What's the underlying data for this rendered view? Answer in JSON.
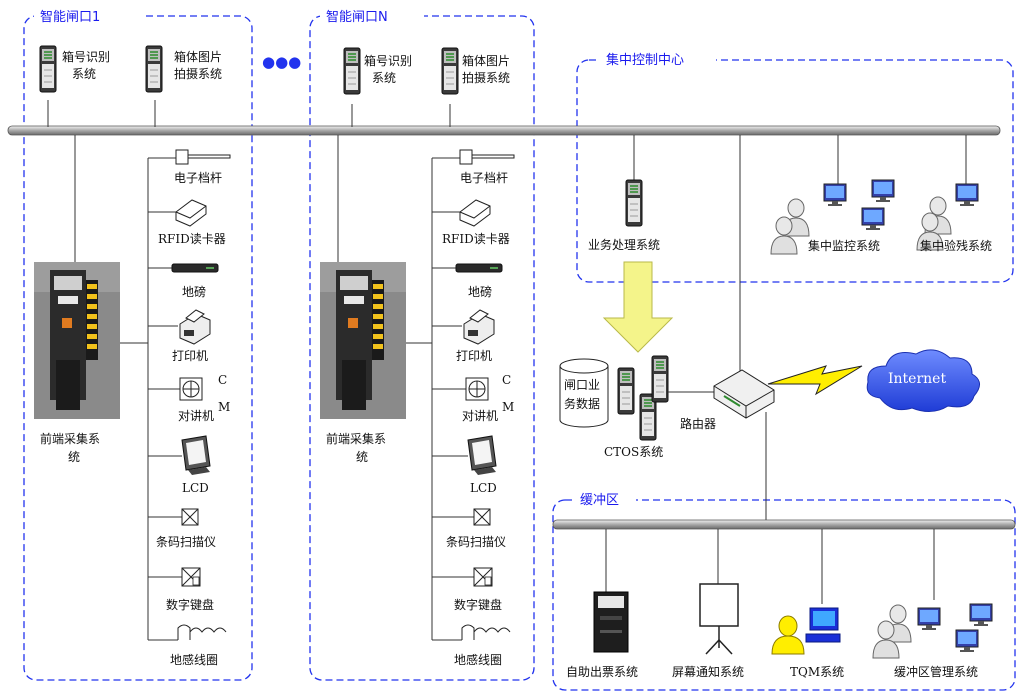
{
  "zones": {
    "gate1": "智能闸口1",
    "gateN": "智能闸口N",
    "control": "集中控制中心",
    "buffer": "缓冲区"
  },
  "ellipsis": "●●●",
  "gate1": {
    "box_ocr_1": "箱号识别",
    "box_ocr_2": "系统",
    "photo_1": "箱体图片",
    "photo_2": "拍摄系统",
    "frontend_1": "前端采集系",
    "frontend_2": "统"
  },
  "gateN": {
    "box_ocr_1": "箱号识别",
    "box_ocr_2": "系统",
    "photo_1": "箱体图片",
    "photo_2": "拍摄系统",
    "frontend_1": "前端采集系",
    "frontend_2": "统"
  },
  "devices": {
    "barrier": "电子档杆",
    "rfid": "RFID读卡器",
    "scale": "地磅",
    "printer": "打印机",
    "intercom": "对讲机",
    "intercom_c": "C",
    "intercom_m": "M",
    "lcd": "LCD",
    "scanner": "条码扫描仪",
    "keypad": "数字键盘",
    "loop": "地感线圈"
  },
  "control": {
    "business": "业务处理系统",
    "monitor": "集中监控系统",
    "inspect": "集中验残系统"
  },
  "center": {
    "db_1": "闸口业",
    "db_2": "务数据",
    "ctos": "CTOS系统",
    "router": "路由器",
    "internet": "Internet"
  },
  "buffer": {
    "ticket": "自助出票系统",
    "screen": "屏幕通知系统",
    "tqm": "TQM系统",
    "manage": "缓冲区管理系统"
  },
  "colors": {
    "zone_border": "#2233ee",
    "bus": "#c8c8c8",
    "arrow": "#f4f48a",
    "cloud": "#2f53e8",
    "bolt": "#ffee00"
  }
}
